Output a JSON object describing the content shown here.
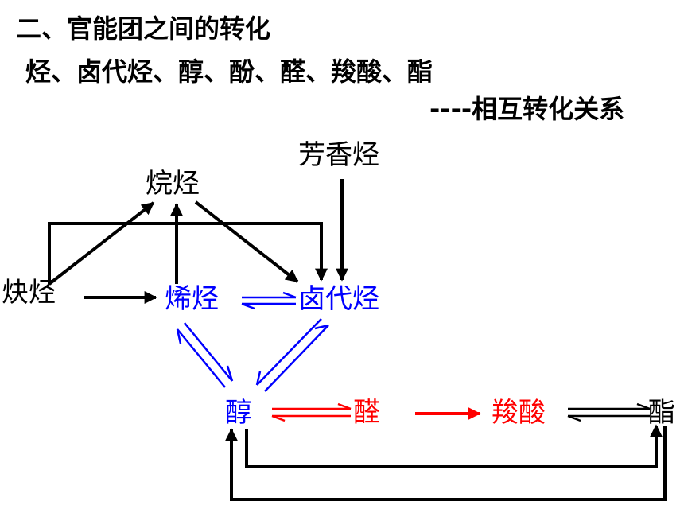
{
  "header": {
    "section_title": "二、官能团之间的转化",
    "compound_list": "烃、卤代烃、醇、酚、醛、羧酸、酯",
    "relation_caption": "----相互转化关系"
  },
  "nodes": {
    "aromatic": "芳香烃",
    "alkane": "烷烃",
    "alkyne": "炔烃",
    "alkene": "烯烃",
    "haloalkane": "卤代烃",
    "alcohol": "醇",
    "aldehyde": "醛",
    "acid": "羧酸",
    "ester": "酯"
  },
  "colors": {
    "text": "#000000",
    "hydrocarbon_group": "#0000ff",
    "oxidation_chain": "#ff0000",
    "arrows": "#000000"
  }
}
